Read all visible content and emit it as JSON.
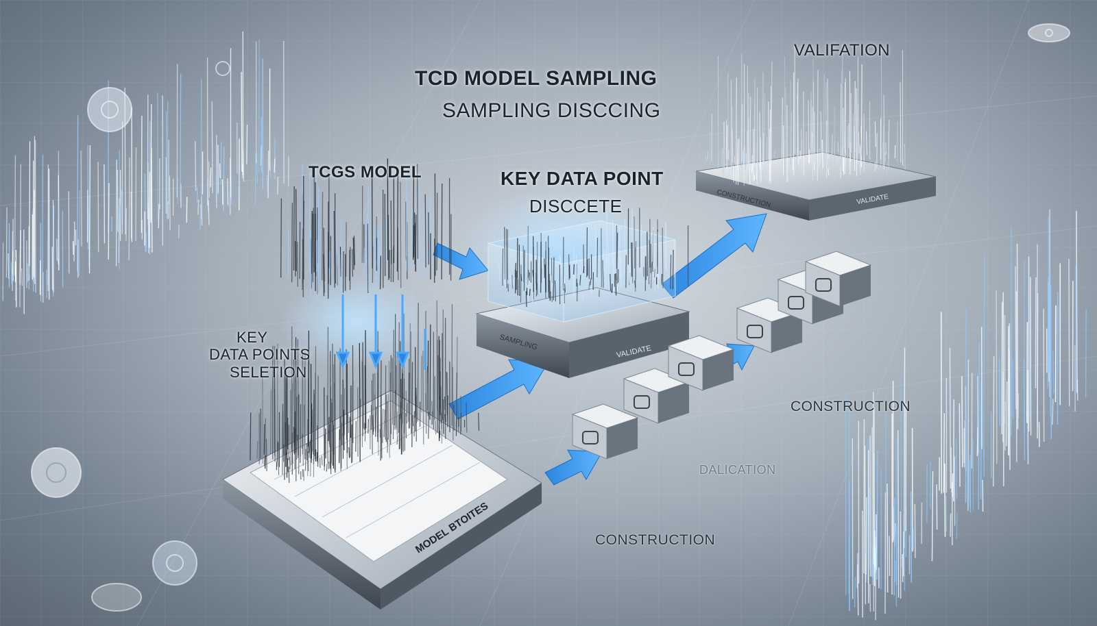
{
  "labels": {
    "title_line1": "TCD MODEL SAMPLING",
    "title_line2": "SAMPLING  DISCCING",
    "valiation": "VALIFATION",
    "tcd_model": "TCGS MODEL",
    "key_data_point": "KEY DATA POINT",
    "discrete": "DISCCETE",
    "key_data_points_line1": "KEY",
    "key_data_points_line2": "DATA POINTS",
    "key_data_points_line3": "SELETION",
    "construction_right": "CONSTRUCTION",
    "validation_faded": "DALICATION",
    "construction_bottom": "CONSTRUCTION",
    "platform_model": "MODEL BTOITES",
    "platform_middle_left": "SAMPLING",
    "platform_middle_right": "VALIDATE",
    "platform_top_left": "CONSTRUCTION",
    "platform_top_right": "VALIDATE"
  },
  "colors": {
    "arrow": "#3d9cf0",
    "metal_light": "#e8ecf0",
    "metal_dark": "#4f5963",
    "glow": "#9fd4ff"
  },
  "icons": [
    "gear-icon",
    "chart-icon",
    "shield-icon",
    "cube-icon",
    "chip-icon",
    "brain-icon",
    "link-icon"
  ]
}
